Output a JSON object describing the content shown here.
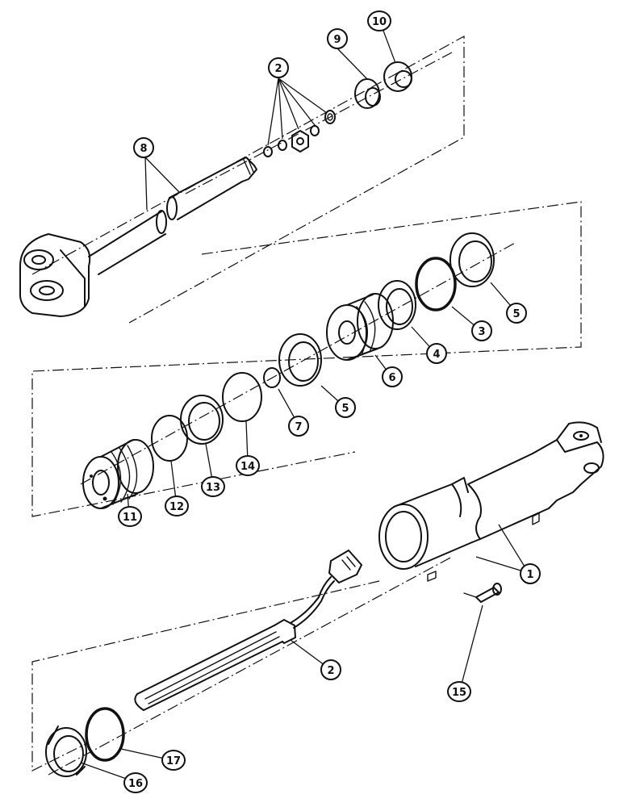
{
  "diagram": {
    "callouts": [
      {
        "id": "c2-top",
        "label": "2"
      },
      {
        "id": "c9",
        "label": "9"
      },
      {
        "id": "c10",
        "label": "10"
      },
      {
        "id": "c8",
        "label": "8"
      },
      {
        "id": "c5-right",
        "label": "5"
      },
      {
        "id": "c3",
        "label": "3"
      },
      {
        "id": "c4",
        "label": "4"
      },
      {
        "id": "c6",
        "label": "6"
      },
      {
        "id": "c5-mid",
        "label": "5"
      },
      {
        "id": "c7",
        "label": "7"
      },
      {
        "id": "c14",
        "label": "14"
      },
      {
        "id": "c13",
        "label": "13"
      },
      {
        "id": "c12",
        "label": "12"
      },
      {
        "id": "c11",
        "label": "11"
      },
      {
        "id": "c1",
        "label": "1"
      },
      {
        "id": "c2-bottom",
        "label": "2"
      },
      {
        "id": "c15",
        "label": "15"
      },
      {
        "id": "c17",
        "label": "17"
      },
      {
        "id": "c16",
        "label": "16"
      }
    ]
  }
}
